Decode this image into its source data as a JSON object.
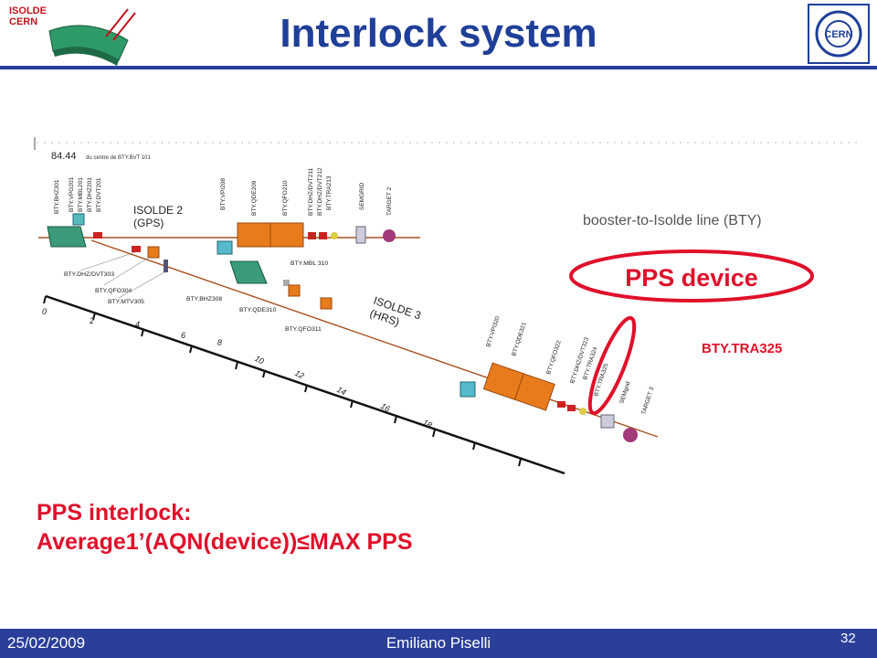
{
  "title": "Interlock system",
  "logo_isolde": {
    "line1": "ISOLDE",
    "line2": "CERN"
  },
  "logo_cern": "CERN",
  "diagram": {
    "distance": "84.44",
    "distance_note": "du centre de BTY.BVT 101",
    "isolde2_line1": "ISOLDE 2",
    "isolde2_line2": "(GPS)",
    "isolde3_line1": "ISOLDE 3",
    "isolde3_line2": "(HRS)",
    "line_name": "booster-to-Isolde  line (BTY)",
    "callout_label": "PPS device",
    "device_label": "BTY.TRA325",
    "top_devices": [
      "BTY.BHZ301",
      "BTY.VPG201",
      "BTY.MBL201",
      "BTY.DHZ201",
      "BTY.DVT201",
      "BTY.VPI208",
      "BTY.QDE209",
      "BTY.QFO210",
      "BTY.DHZ/DVT211",
      "BTY.DHZ/DVT212",
      "BTY.TRA213",
      "SEMGRID",
      "TARGET 2"
    ],
    "gps_devices": [
      "BTY.DHZ/DVT303",
      "BTY.QFO304",
      "BTY.MTV305",
      "BTY.BHZ308",
      "BTY.QDE310",
      "BTY.MBL 310",
      "BTY.QFO311"
    ],
    "hrs_devices": [
      "BTY.VPI320",
      "BTY.QDE321",
      "BTY.QFO322",
      "BTY.DHZ/DVT323",
      "BTY.TRA324",
      "BTY.TRA325",
      "SEMgrid",
      "TARGET 3"
    ],
    "scale_ticks": [
      "0",
      "2",
      "4",
      "6",
      "8",
      "10",
      "12",
      "14",
      "16",
      "18"
    ]
  },
  "pps": {
    "line1": "PPS interlock:",
    "line2": "Average1’(AQN(device))≤MAX PPS"
  },
  "footer": {
    "date": "25/02/2009",
    "author": "Emiliano Piselli",
    "page": "32"
  },
  "colors": {
    "title": "#1f3f99",
    "accent_red": "#e0102a",
    "footer_bg": "#2a3f99",
    "quad_orange": "#e87b1c",
    "dipole_teal": "#3a9a7a"
  }
}
